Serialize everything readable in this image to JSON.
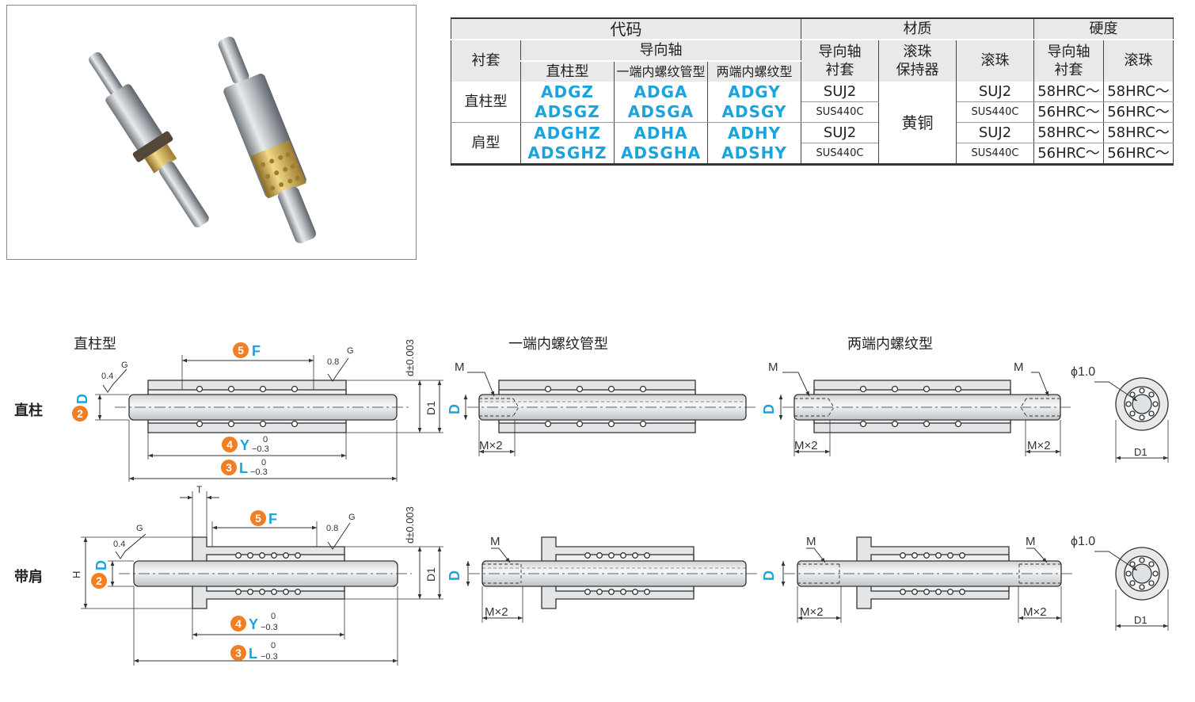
{
  "table": {
    "header_code": "代码",
    "header_material": "材质",
    "header_hardness": "硬度",
    "header_bush": "衬套",
    "header_guide_shaft": "导向轴",
    "col_straight": "直柱型",
    "col_one_end_tapped": "一端内螺纹管型",
    "col_both_ends_tapped": "两端内螺纹型",
    "mat_guide_shaft_bush_1": "导向轴",
    "mat_guide_shaft_bush_2": "衬套",
    "mat_ball_retainer_1": "滚珠",
    "mat_ball_retainer_2": "保持器",
    "mat_ball": "滚珠",
    "hard_guide_shaft_bush_1": "导向轴",
    "hard_guide_shaft_bush_2": "衬套",
    "hard_ball": "滚珠",
    "group_straight": "直柱型",
    "group_shoulder": "肩型",
    "brass": "黄铜",
    "rows": [
      {
        "c1": "ADGZ",
        "c2": "ADGA",
        "c3": "ADGY",
        "mat": "SUJ2",
        "ball": "SUJ2",
        "h1": "58HRC～",
        "h2": "58HRC～"
      },
      {
        "c1": "ADSGZ",
        "c2": "ADSGA",
        "c3": "ADSGY",
        "mat": "SUS440C",
        "ball": "SUS440C",
        "h1": "56HRC～",
        "h2": "56HRC～"
      },
      {
        "c1": "ADGHZ",
        "c2": "ADHA",
        "c3": "ADHY",
        "mat": "SUJ2",
        "ball": "SUJ2",
        "h1": "58HRC～",
        "h2": "58HRC～"
      },
      {
        "c1": "ADSGHZ",
        "c2": "ADSGHA",
        "c3": "ADSHY",
        "mat": "SUS440C",
        "ball": "SUS440C",
        "h1": "56HRC～",
        "h2": "56HRC～"
      }
    ]
  },
  "drawings": {
    "title_straight": "直柱型",
    "title_one_end": "一端内螺纹管型",
    "title_both_ends": "两端内螺纹型",
    "row_straight": "直柱",
    "row_shoulder": "带肩",
    "F": "F",
    "D": "D",
    "Y": "Y",
    "L": "L",
    "D1": "D1",
    "H": "H",
    "T": "T",
    "num_F": "5",
    "num_D": "2",
    "num_Y": "4",
    "num_L": "3",
    "tol_zero": "0",
    "tol_neg": "−0.3",
    "d_tol": "d±0.003",
    "M": "M",
    "Mx2": "M×2",
    "roughness_04": "0.4",
    "roughness_08": "0.8",
    "G": "G",
    "phi": "ϕ1.0"
  },
  "colors": {
    "code_blue": "#1aa3dc",
    "badge_orange": "#ef7f22",
    "brass": "#c8a24a"
  }
}
